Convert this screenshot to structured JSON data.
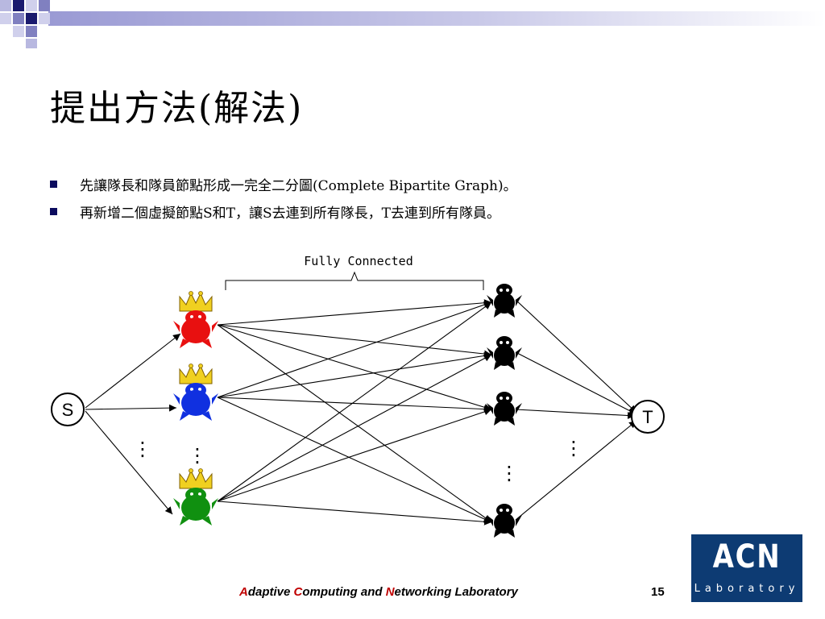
{
  "slide": {
    "title": "提出方法(解法)",
    "bullets": [
      {
        "text": "先讓隊長和隊員節點形成一完全二分圖(Complete Bipartite Graph)。"
      },
      {
        "text": "再新增二個虛擬節點S和T，讓S去連到所有隊長，T去連到所有隊員。"
      }
    ]
  },
  "diagram": {
    "brace_label": "Fully Connected",
    "source_label": "S",
    "sink_label": "T",
    "ellipsis": "⋮",
    "leaders": [
      {
        "color": "#e81010"
      },
      {
        "color": "#1030e0"
      },
      {
        "color": "#109010"
      }
    ],
    "members_count_shown": 4
  },
  "footer": {
    "lab_A": "A",
    "lab_daptive": "daptive ",
    "lab_C": "C",
    "lab_omputing": "omputing and ",
    "lab_N": "N",
    "lab_etworking": "etworking Laboratory",
    "page_number": "15",
    "logo_main": "ACN",
    "logo_sub": "Laboratory"
  },
  "colors": {
    "accent_navy": "#0b0b5e",
    "logo_bg": "#0d3b73",
    "footer_highlight": "#c00000"
  }
}
